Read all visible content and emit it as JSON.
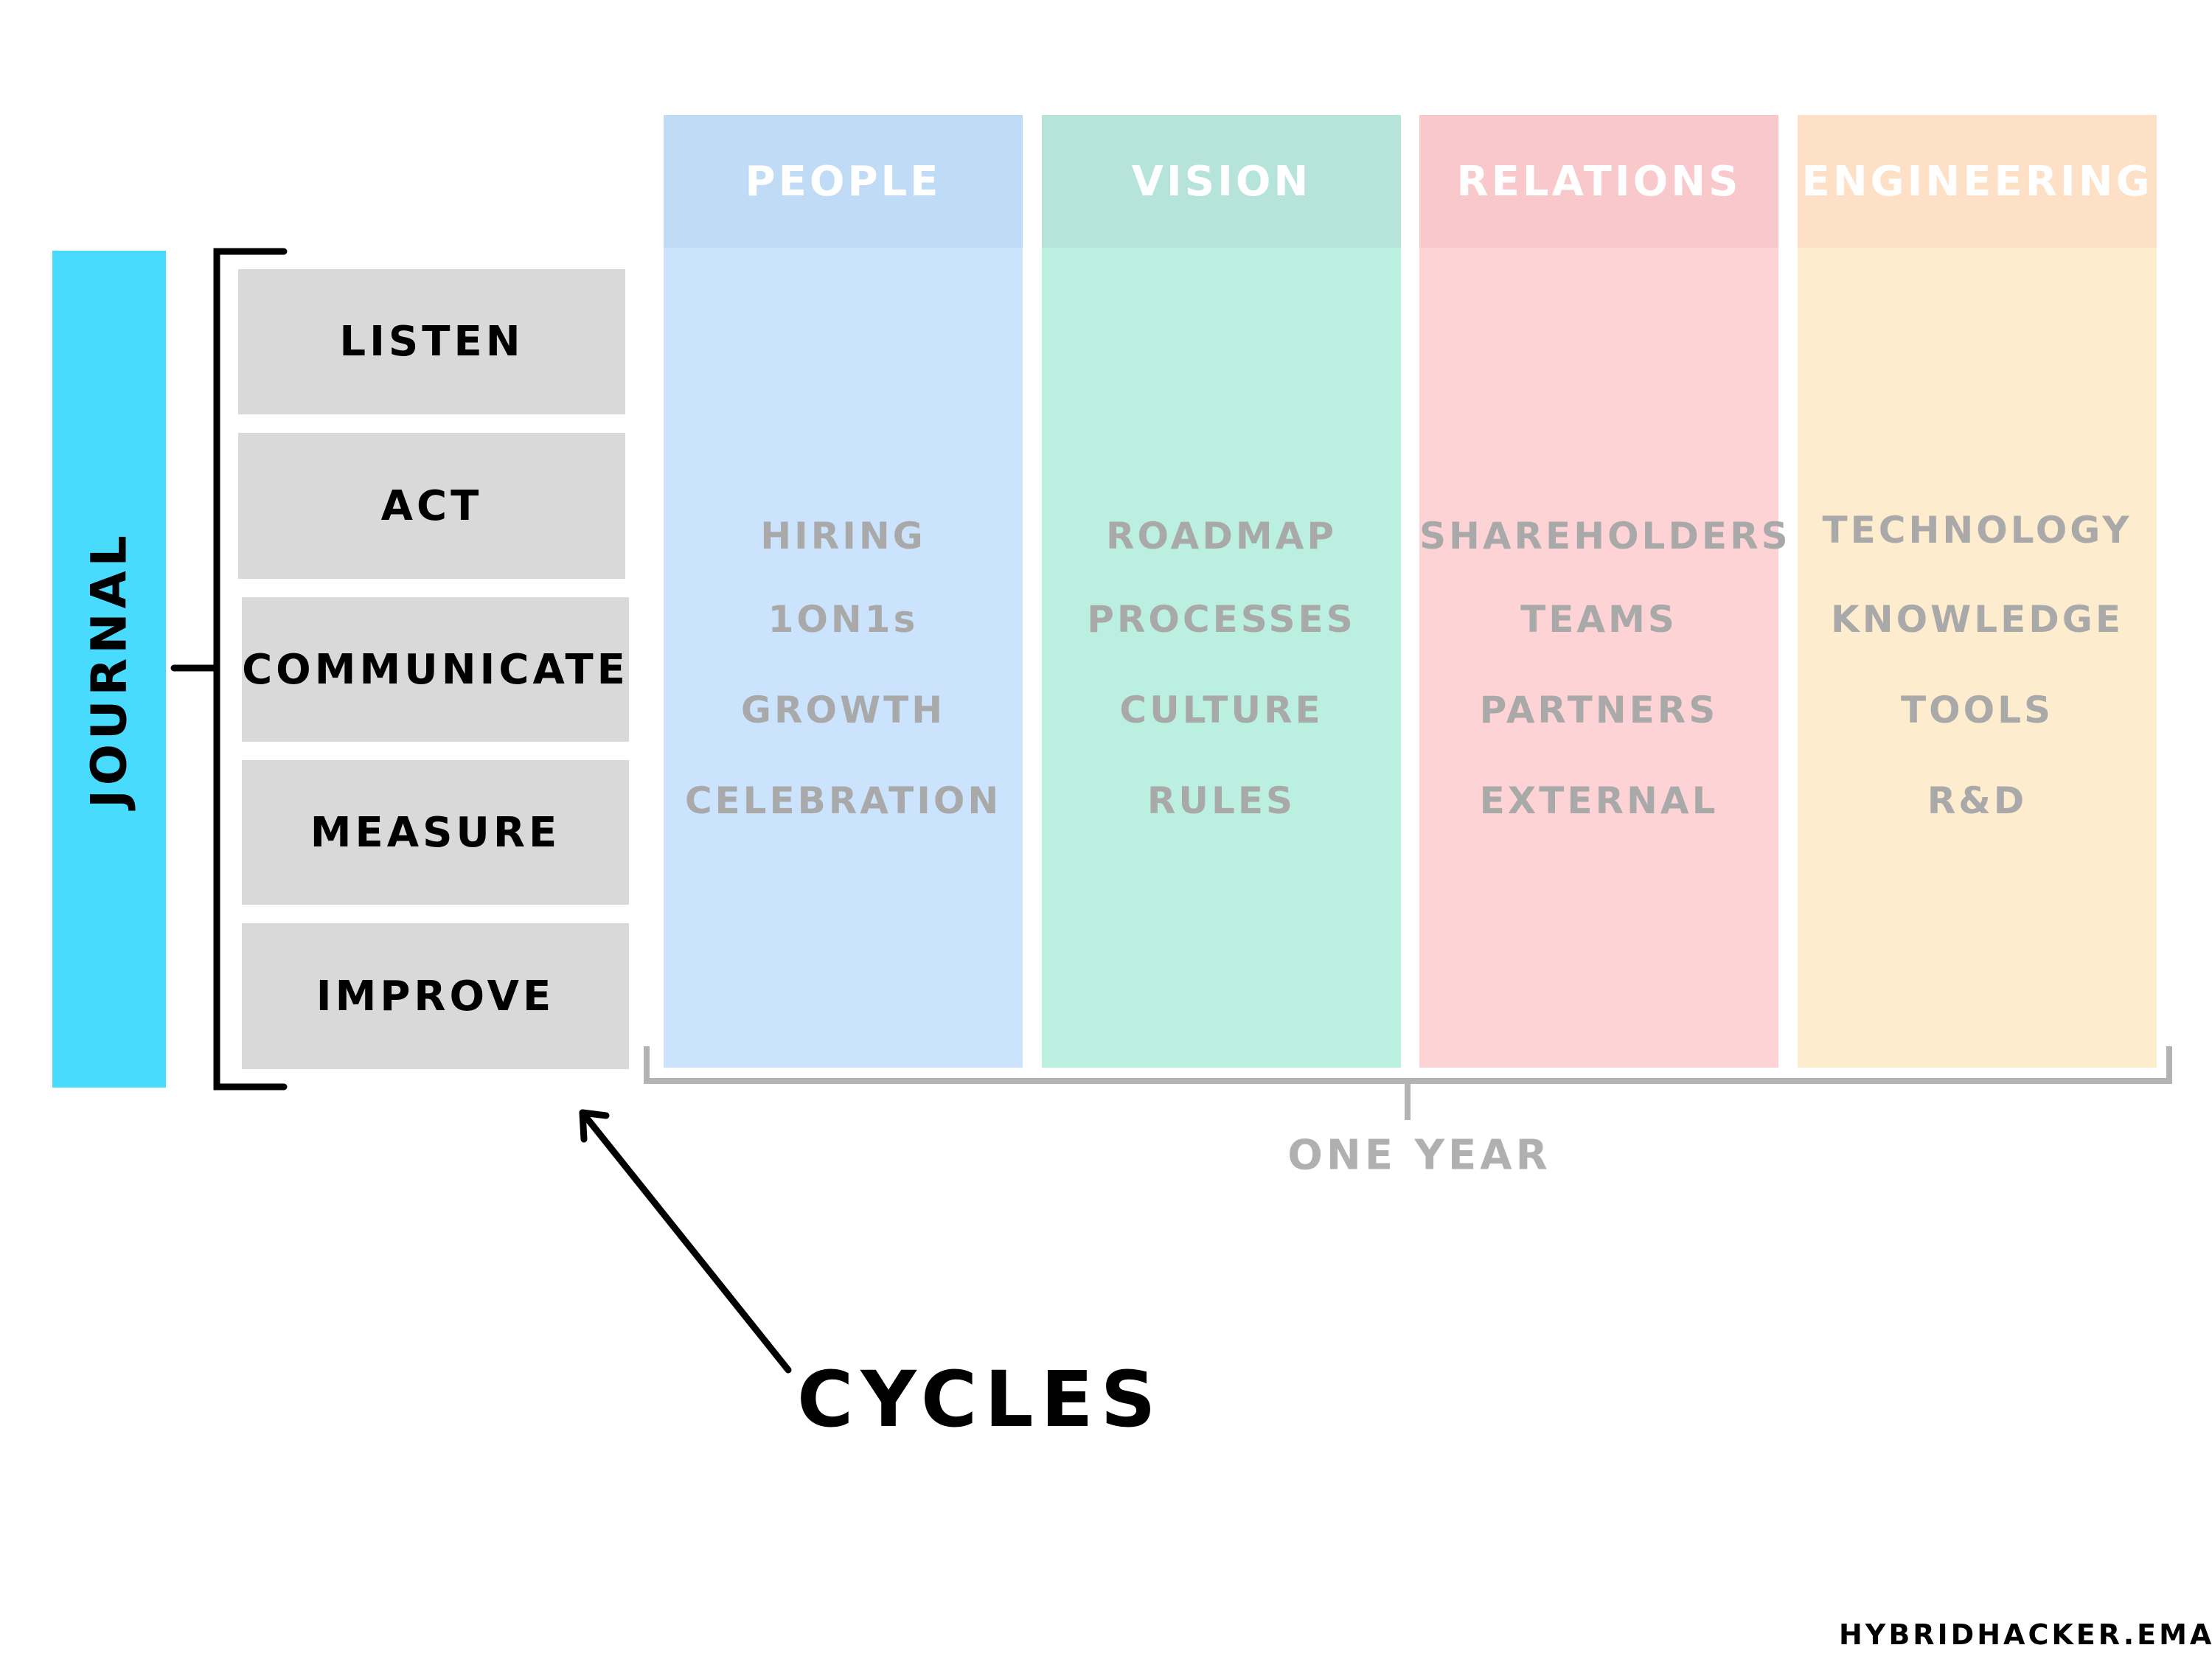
{
  "journal": {
    "label": "JOURNAL",
    "color": "#48dbfd"
  },
  "cycle_steps": [
    "LISTEN",
    "ACT",
    "COMMUNICATE",
    "MEASURE",
    "IMPROVE"
  ],
  "columns": [
    {
      "title": "PEOPLE",
      "head_color": "#c0dbf5",
      "body_color": "#cce3fd",
      "items": [
        "HIRING",
        "1ON1s",
        "GROWTH",
        "CELEBRATION"
      ]
    },
    {
      "title": "VISION",
      "head_color": "#b6e4da",
      "body_color": "#bbf0e1",
      "items": [
        "ROADMAP",
        "PROCESSES",
        "CULTURE",
        "RULES"
      ]
    },
    {
      "title": "RELATIONS",
      "head_color": "#f8c8ca",
      "body_color": "#fdd3d6",
      "items": [
        "SHAREHOLDERS",
        "TEAMS",
        "PARTNERS",
        "EXTERNAL"
      ]
    },
    {
      "title": "ENGINEERING",
      "head_color": "#fde0c5",
      "body_color": "#feecce",
      "items": [
        "TECHNOLOGY",
        "KNOWLEDGE",
        "TOOLS",
        "R&D"
      ]
    }
  ],
  "one_year_label": "ONE YEAR",
  "cycles_label": "CYCLES",
  "footer": "HYBRIDHACKER.EMAIL"
}
